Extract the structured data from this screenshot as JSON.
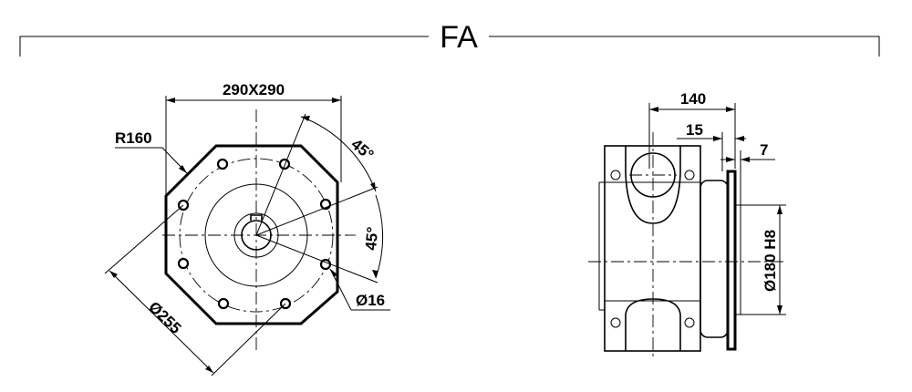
{
  "title": "FA",
  "front_view": {
    "dim_square": "290X290",
    "dim_radius": "R160",
    "dim_angle_top": "45°",
    "dim_angle_right": "45°",
    "dim_pcd": "Ø255",
    "dim_hole": "Ø16"
  },
  "side_view": {
    "dim_length": "140",
    "dim_flange": "15",
    "dim_spigot": "7",
    "dim_pilot": "Ø180 H8"
  }
}
